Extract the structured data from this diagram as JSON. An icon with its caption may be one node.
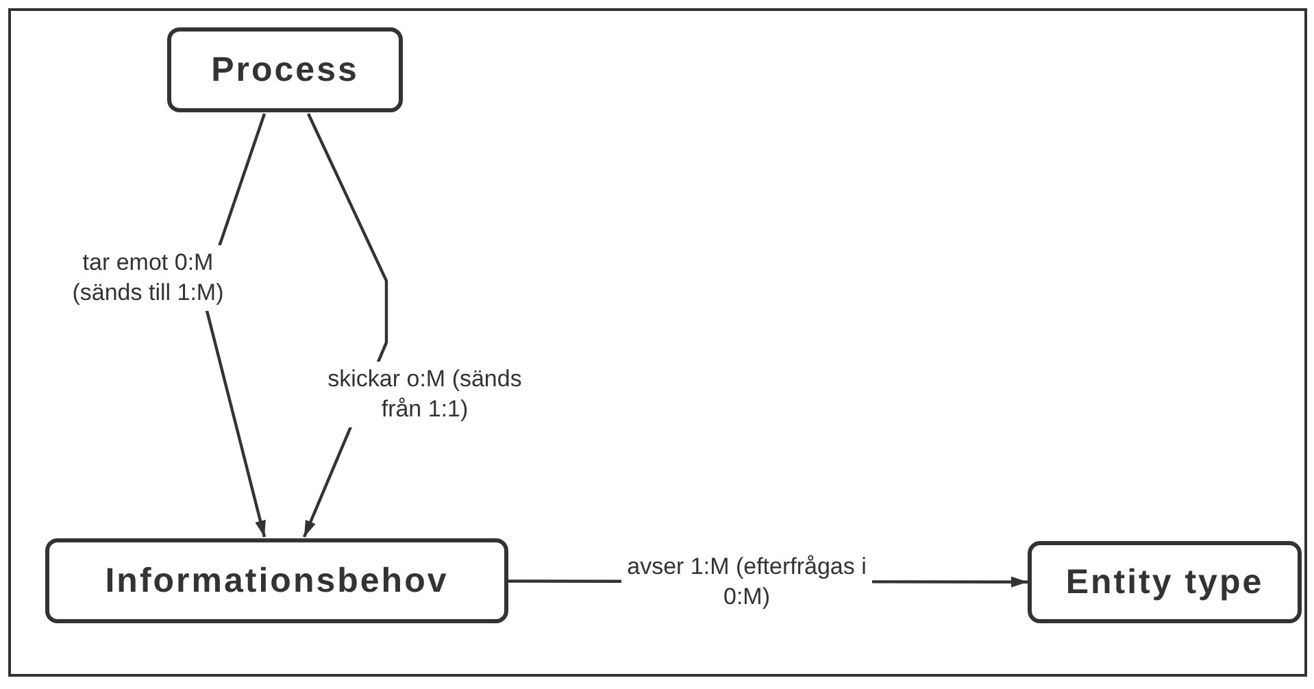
{
  "diagram": {
    "nodes": [
      {
        "text": [
          "Process"
        ]
      },
      {
        "text": [
          "Informationsbehov"
        ]
      },
      {
        "text": [
          "Entity type"
        ]
      }
    ],
    "edges": [
      {
        "from": 0,
        "to": 1,
        "arrow": "to",
        "label": "tar emot 0:M (sänds till 1:M)"
      },
      {
        "from": 0,
        "to": 1,
        "arrow": "to",
        "label": "skickar o:M (sänds från 1:1)"
      },
      {
        "from": 1,
        "to": 2,
        "arrow": "to",
        "label": "avser 1:M (efterfrågas  i 0:M)"
      }
    ]
  }
}
